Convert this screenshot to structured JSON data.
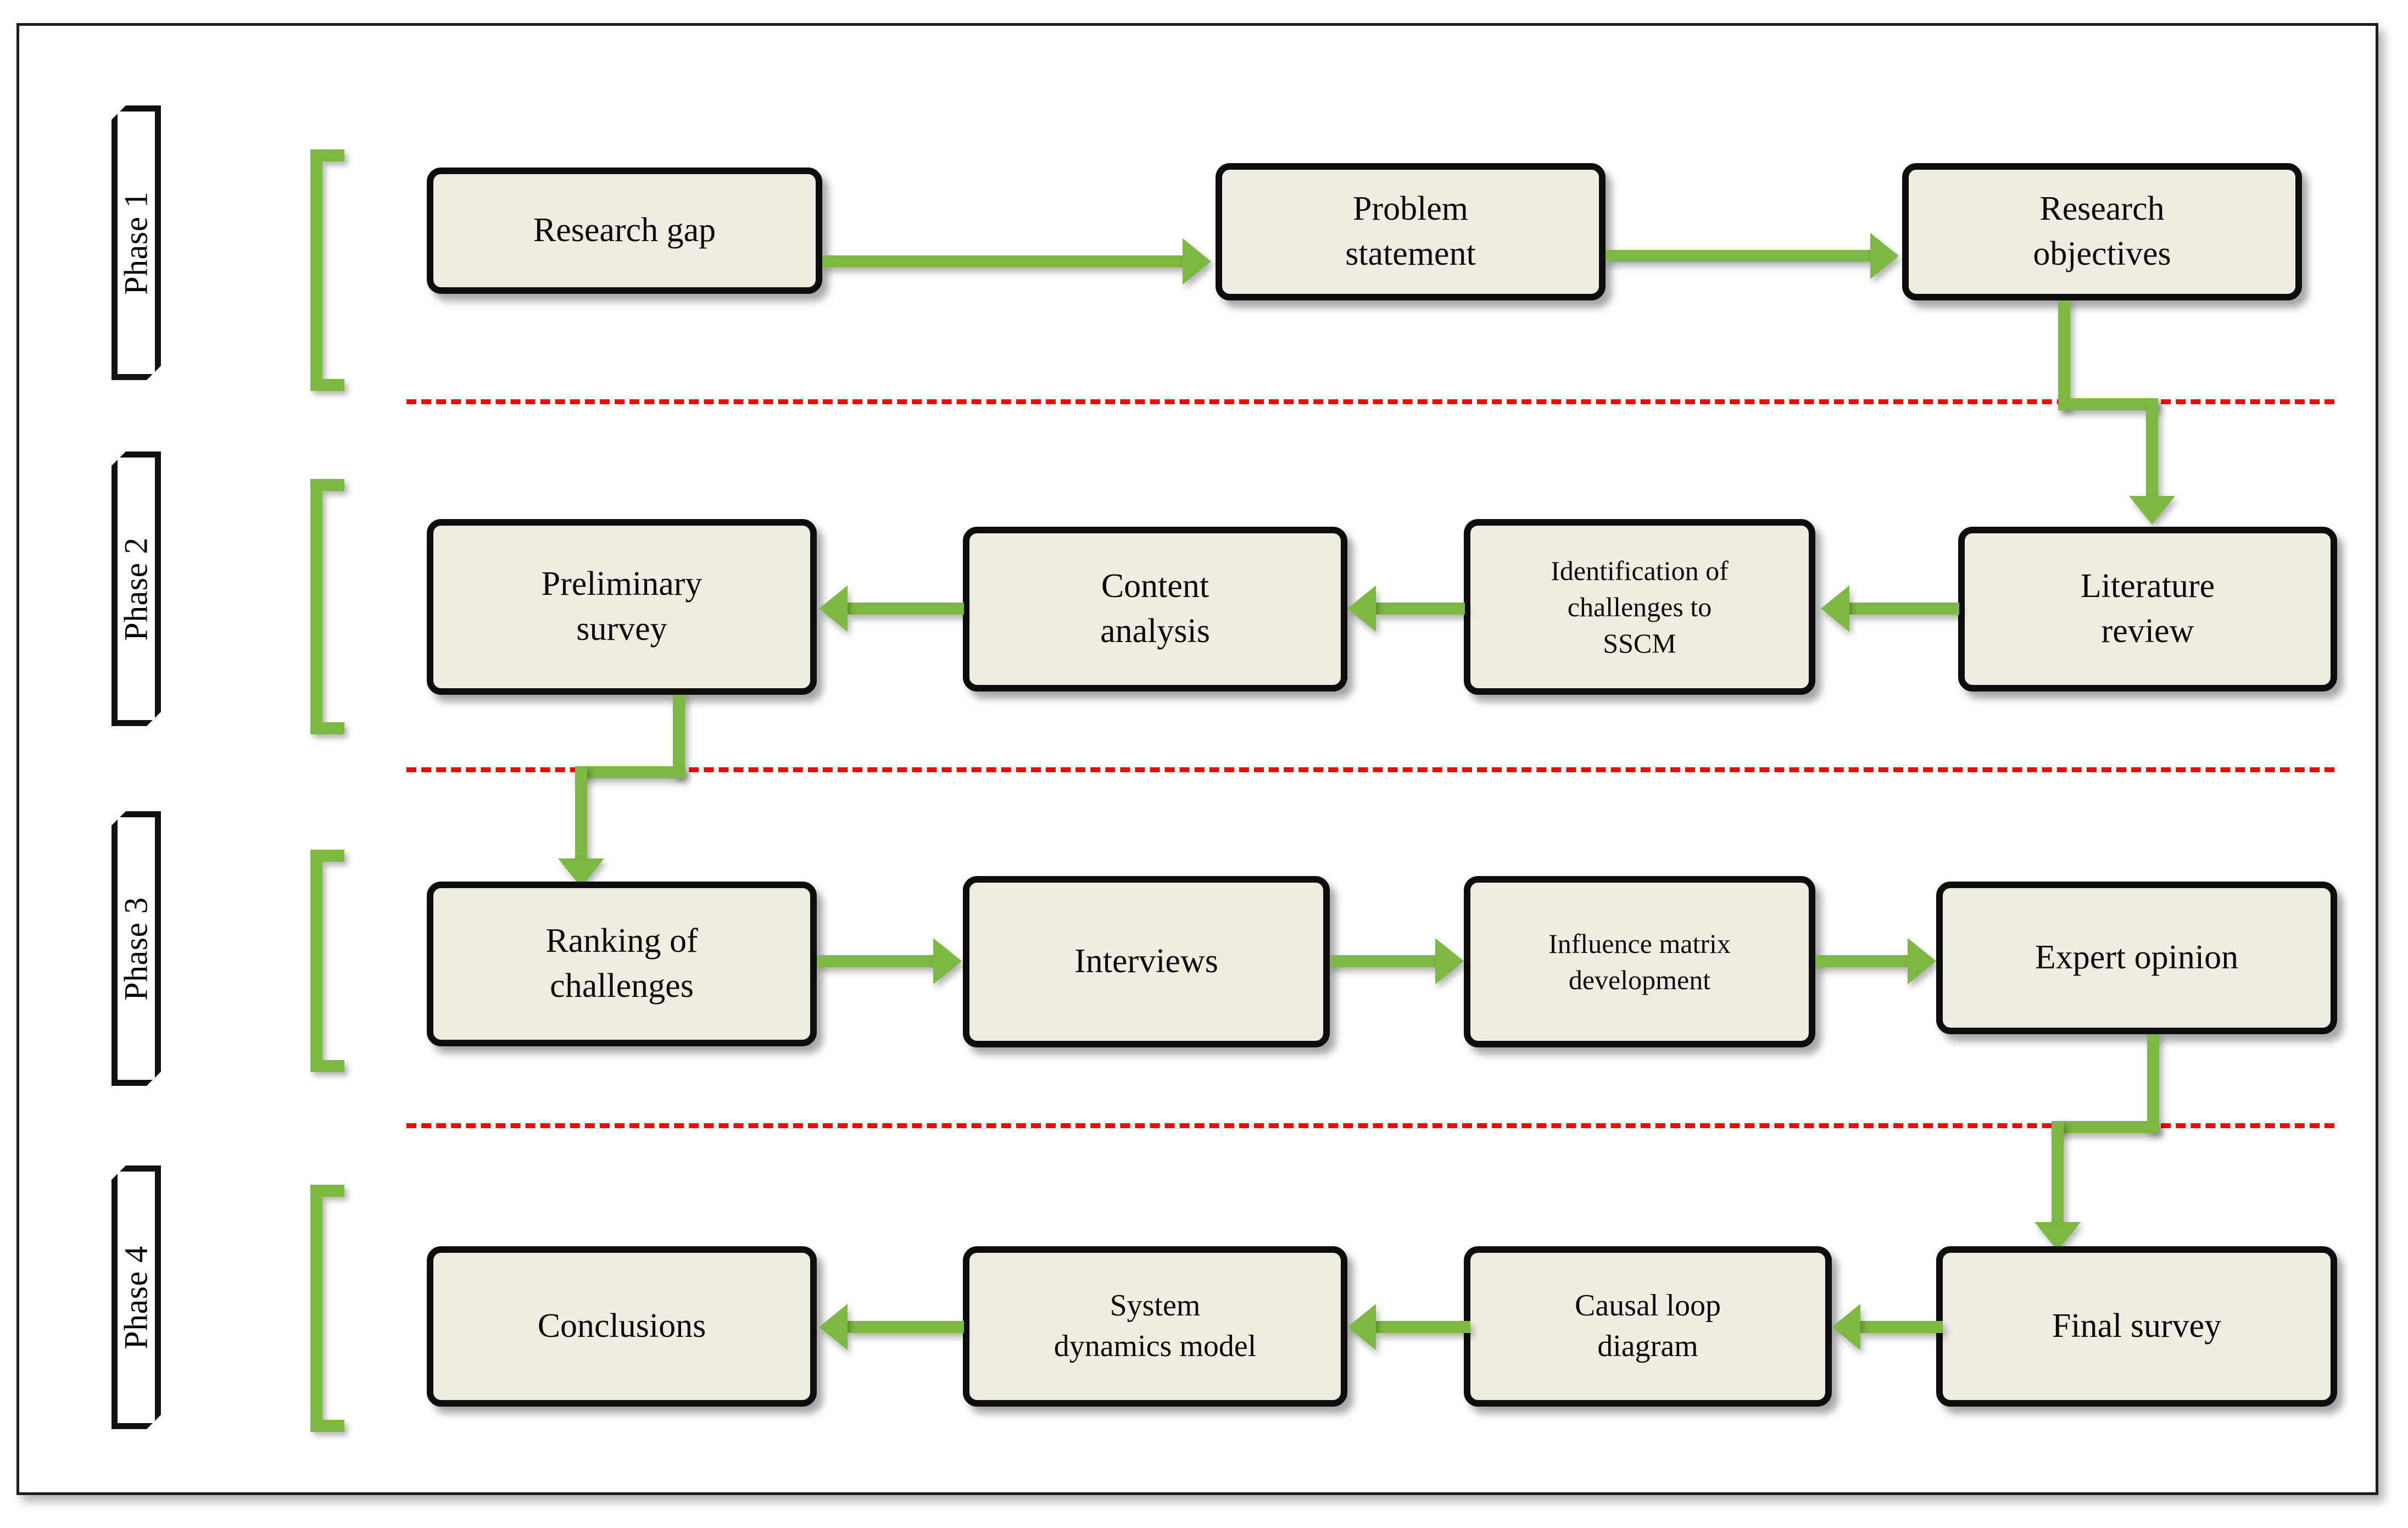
{
  "diagram": {
    "title": "Research methodology flowchart",
    "colors": {
      "node_fill": "#EFEDE2",
      "node_border": "#0D0D0D",
      "arrow_green": "#7DB842",
      "separator_red": "#FF0000",
      "frame_border": "#1D1D1D",
      "label_fill": "#FFFFFF"
    }
  },
  "phases": [
    {
      "id": "phase-1",
      "label": "Phase 1"
    },
    {
      "id": "phase-2",
      "label": "Phase 2"
    },
    {
      "id": "phase-3",
      "label": "Phase 3"
    },
    {
      "id": "phase-4",
      "label": "Phase 4"
    }
  ],
  "nodes": {
    "research_gap": {
      "lines": [
        "Research gap"
      ]
    },
    "problem_statement": {
      "lines": [
        "Problem",
        "statement"
      ]
    },
    "research_objectives": {
      "lines": [
        "Research",
        "objectives"
      ]
    },
    "literature_review": {
      "lines": [
        "Literature",
        "review"
      ]
    },
    "identification": {
      "lines": [
        "Identification of",
        "challenges to",
        "SSCM"
      ]
    },
    "content_analysis": {
      "lines": [
        "Content",
        "analysis"
      ]
    },
    "preliminary_survey": {
      "lines": [
        "Preliminary",
        "survey"
      ]
    },
    "ranking": {
      "lines": [
        "Ranking of",
        "challenges"
      ]
    },
    "interviews": {
      "lines": [
        "Interviews"
      ]
    },
    "influence_matrix": {
      "lines": [
        "Influence matrix",
        "development"
      ]
    },
    "expert_opinion": {
      "lines": [
        "Expert opinion"
      ]
    },
    "final_survey": {
      "lines": [
        "Final survey"
      ]
    },
    "causal_loop": {
      "lines": [
        "Causal loop",
        "diagram"
      ]
    },
    "system_dynamics": {
      "lines": [
        "System",
        "dynamics model"
      ]
    },
    "conclusions": {
      "lines": [
        "Conclusions"
      ]
    }
  },
  "flow": {
    "phase_1": [
      "research_gap",
      "problem_statement",
      "research_objectives"
    ],
    "phase_2": [
      "literature_review",
      "identification",
      "content_analysis",
      "preliminary_survey"
    ],
    "phase_3": [
      "ranking",
      "interviews",
      "influence_matrix",
      "expert_opinion"
    ],
    "phase_4": [
      "final_survey",
      "causal_loop",
      "system_dynamics",
      "conclusions"
    ],
    "cross_phase": [
      {
        "from": "research_objectives",
        "to": "literature_review"
      },
      {
        "from": "preliminary_survey",
        "to": "ranking"
      },
      {
        "from": "expert_opinion",
        "to": "final_survey"
      }
    ],
    "phase_1_direction": "left-to-right",
    "phase_2_direction": "right-to-left",
    "phase_3_direction": "left-to-right",
    "phase_4_direction": "right-to-left"
  }
}
